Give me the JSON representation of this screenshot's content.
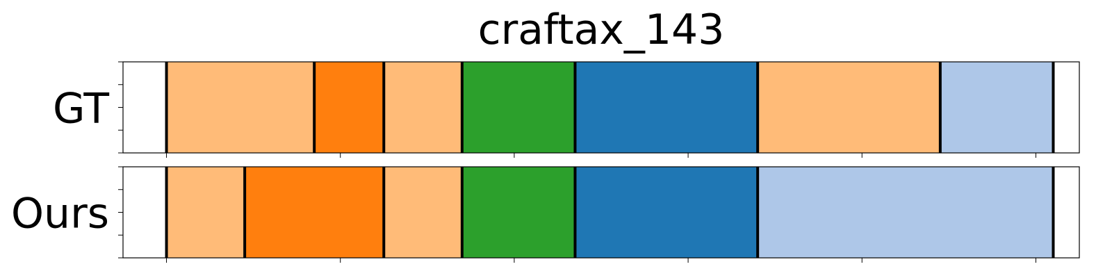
{
  "chart_data": {
    "type": "segmentation_timeline",
    "title": "craftax_143",
    "xlim": [
      0,
      11
    ],
    "rows": [
      {
        "label": "GT",
        "segments": [
          {
            "start": 0.5,
            "end": 2.2,
            "color": "#ffbb78"
          },
          {
            "start": 2.2,
            "end": 3.0,
            "color": "#ff7f0e"
          },
          {
            "start": 3.0,
            "end": 3.9,
            "color": "#ffbb78"
          },
          {
            "start": 3.9,
            "end": 5.2,
            "color": "#2ca02c"
          },
          {
            "start": 5.2,
            "end": 7.3,
            "color": "#1f77b4"
          },
          {
            "start": 7.3,
            "end": 9.4,
            "color": "#ffbb78"
          },
          {
            "start": 9.4,
            "end": 10.7,
            "color": "#aec7e8"
          }
        ],
        "boundaries": [
          0.5,
          2.2,
          3.0,
          3.9,
          5.2,
          7.3,
          9.4,
          10.7
        ]
      },
      {
        "label": "Ours",
        "segments": [
          {
            "start": 0.5,
            "end": 1.4,
            "color": "#ffbb78"
          },
          {
            "start": 1.4,
            "end": 3.0,
            "color": "#ff7f0e"
          },
          {
            "start": 3.0,
            "end": 3.9,
            "color": "#ffbb78"
          },
          {
            "start": 3.9,
            "end": 5.2,
            "color": "#2ca02c"
          },
          {
            "start": 5.2,
            "end": 7.3,
            "color": "#1f77b4"
          },
          {
            "start": 7.3,
            "end": 10.7,
            "color": "#aec7e8"
          }
        ],
        "boundaries": [
          0.5,
          1.4,
          3.0,
          3.9,
          5.2,
          7.3,
          10.7
        ]
      }
    ],
    "x_ticks": [
      0.5,
      2.5,
      4.5,
      6.5,
      8.5,
      10.5
    ],
    "y_ticks_per_panel": 5,
    "tick_labels_visible": false,
    "grid": false
  }
}
